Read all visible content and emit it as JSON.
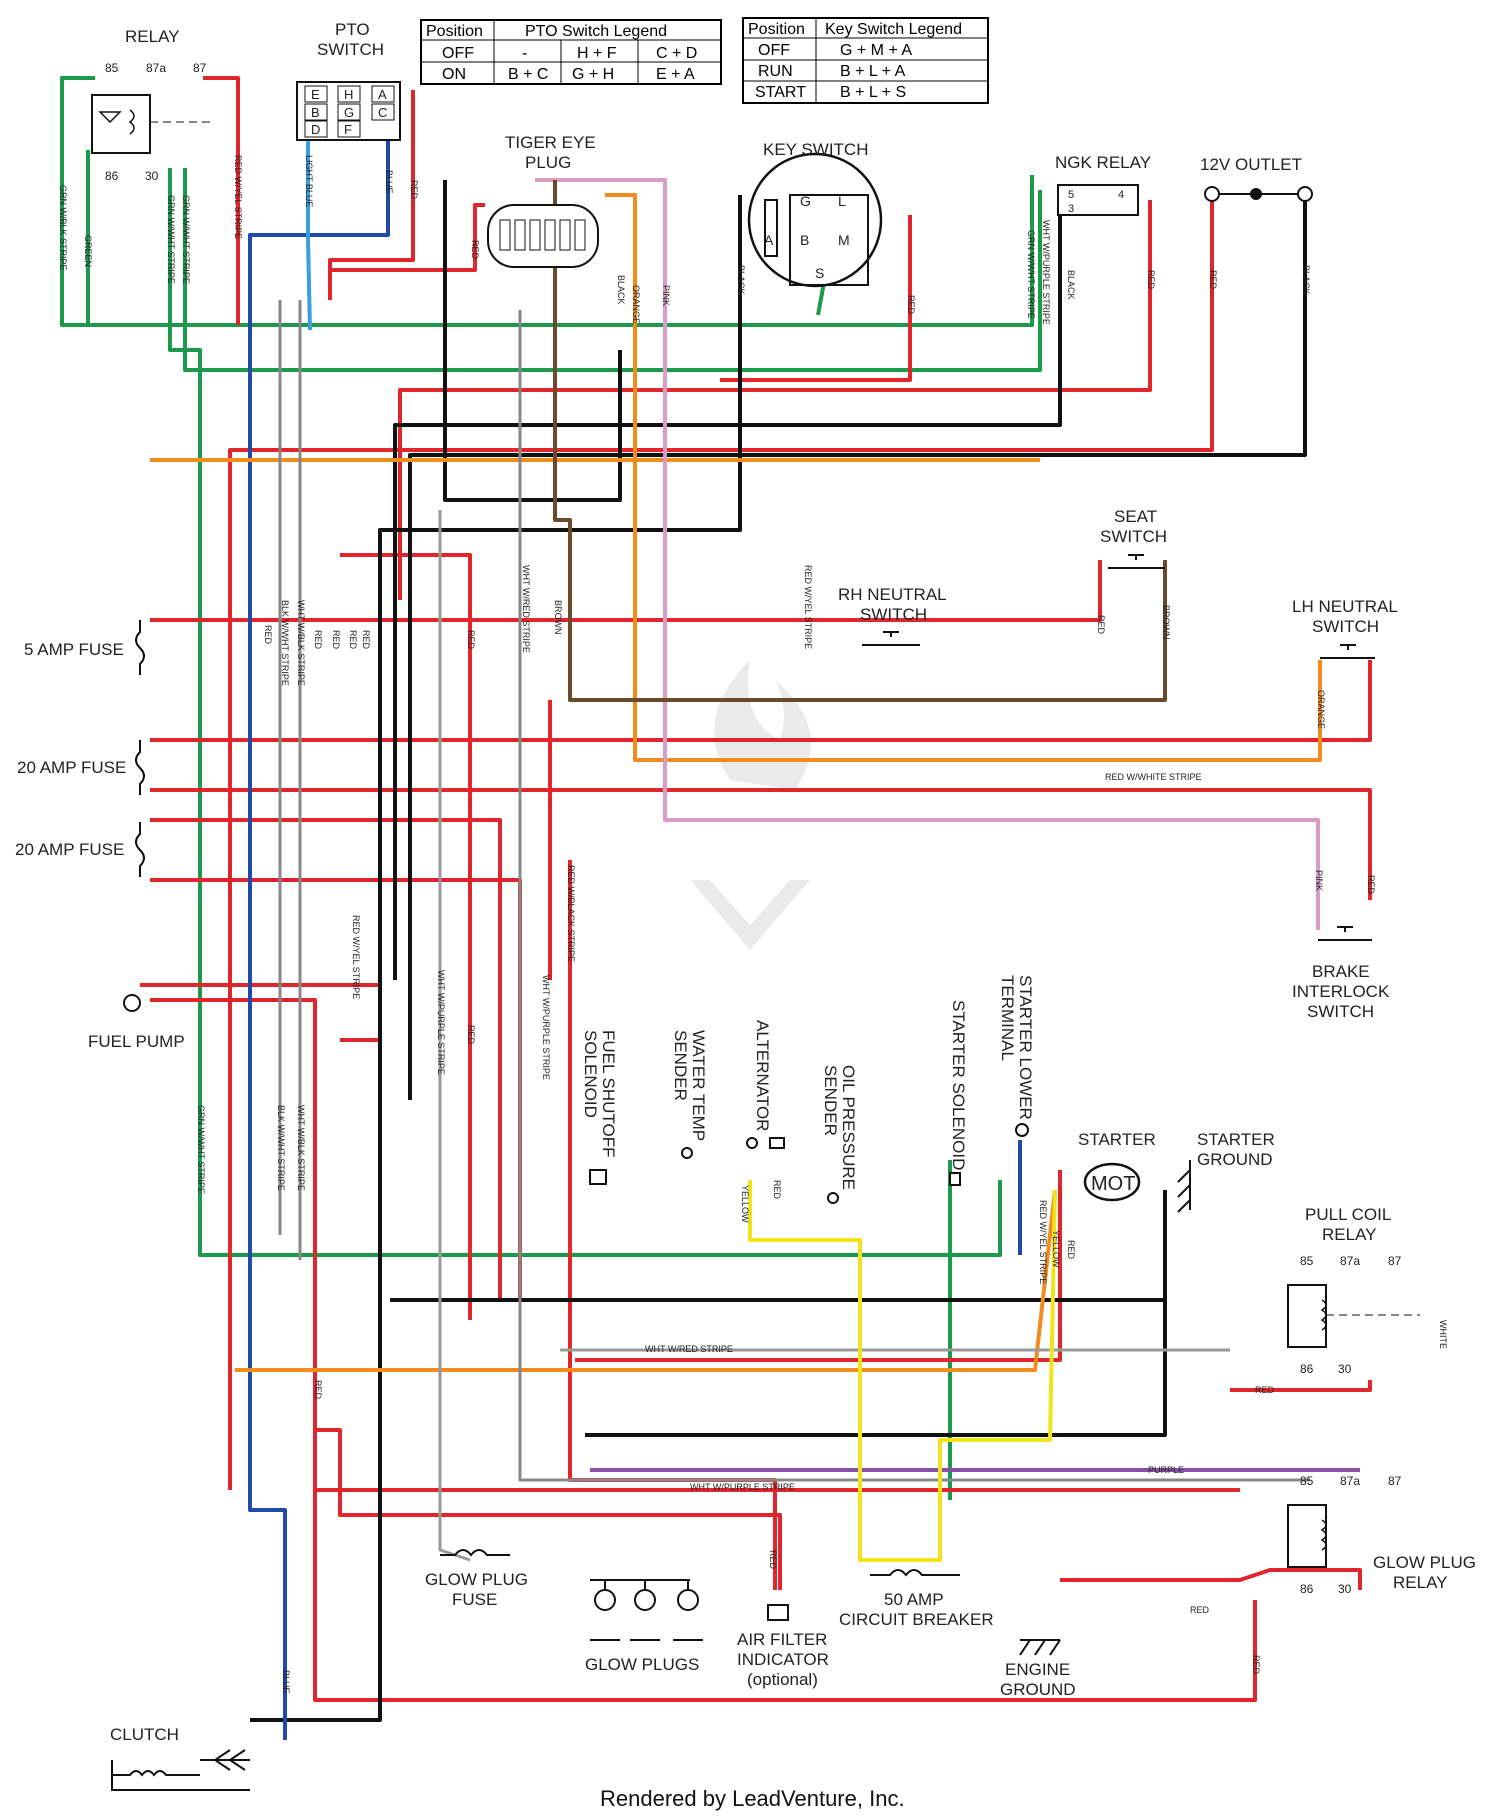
{
  "legends": {
    "pto": {
      "headers": [
        "Position",
        "PTO Switch Legend"
      ],
      "rows": [
        [
          "OFF",
          "-",
          "H + F",
          "C + D"
        ],
        [
          "ON",
          "B + C",
          "G + H",
          "E + A"
        ]
      ]
    },
    "key": {
      "headers": [
        "Position",
        "Key Switch Legend"
      ],
      "rows": [
        [
          "OFF",
          "G + M + A"
        ],
        [
          "RUN",
          "B + L + A"
        ],
        [
          "START",
          "B + L + S"
        ]
      ]
    }
  },
  "components": {
    "relay_top": "RELAY",
    "pto_switch": [
      "PTO",
      "SWITCH"
    ],
    "tiger_eye_plug": [
      "TIGER EYE",
      "PLUG"
    ],
    "key_switch": "KEY SWITCH",
    "ngk_relay": "NGK RELAY",
    "outlet_12v": "12V OUTLET",
    "seat_switch": [
      "SEAT",
      "SWITCH"
    ],
    "rh_neutral_switch": [
      "RH NEUTRAL",
      "SWITCH"
    ],
    "lh_neutral_switch": [
      "LH NEUTRAL",
      "SWITCH"
    ],
    "brake_interlock_switch": [
      "BRAKE",
      "INTERLOCK",
      "SWITCH"
    ],
    "fuse_5a": "5 AMP FUSE",
    "fuse_20a_1": "20 AMP FUSE",
    "fuse_20a_2": "20 AMP FUSE",
    "fuel_pump": "FUEL PUMP",
    "fuel_shutoff_solenoid": [
      "FUEL SHUTOFF",
      "SOLENOID"
    ],
    "water_temp_sender": [
      "WATER TEMP",
      "SENDER"
    ],
    "alternator": "ALTERNATOR",
    "oil_pressure_sender": [
      "OIL PRESSURE",
      "SENDER"
    ],
    "starter_solenoid": "STARTER SOLENOID",
    "starter_lower_terminal": [
      "STARTER LOWER",
      "TERMINAL"
    ],
    "starter": "STARTER",
    "starter_motor_label": "MOT",
    "starter_ground": [
      "STARTER",
      "GROUND"
    ],
    "pull_coil_relay": [
      "PULL COIL",
      "RELAY"
    ],
    "glow_plug_relay": [
      "GLOW PLUG",
      "RELAY"
    ],
    "glow_plug_fuse": [
      "GLOW PLUG",
      "FUSE"
    ],
    "glow_plugs": "GLOW PLUGS",
    "air_filter_indicator": [
      "AIR FILTER",
      "INDICATOR",
      "(optional)"
    ],
    "circuit_breaker_50a": [
      "50 AMP",
      "CIRCUIT BREAKER"
    ],
    "engine_ground": [
      "ENGINE",
      "GROUND"
    ],
    "clutch": "CLUTCH"
  },
  "relay_terminals": [
    "85",
    "87a",
    "87",
    "86",
    "30"
  ],
  "pto_pins": [
    "E",
    "H",
    "A",
    "B",
    "G",
    "C",
    "D",
    "F"
  ],
  "key_pins": [
    "A",
    "G",
    "L",
    "B",
    "M",
    "S"
  ],
  "ngk_pins": [
    "5",
    "4",
    "3"
  ],
  "wire_labels": {
    "grn_blk": "GRN W/BLK STRIPE",
    "green": "GREEN",
    "grn_wht": "GRN W/WHT STRIPE",
    "red_yel": "RED W/YEL STRIPE",
    "light_blue": "LIGHT BLUE",
    "blue": "BLUE",
    "red": "RED",
    "black": "BLACK",
    "orange": "ORANGE",
    "pink": "PINK",
    "brown": "BROWN",
    "wht_purple": "WHT W/PURPLE STRIPE",
    "blk_wht": "BLK W/WHT STRIPE",
    "wht_blk": "WHT W/BLK STRIPE",
    "wht_red": "WHT W/RED STRIPE",
    "red_black": "RED W/BLACK STRIPE",
    "red_white": "RED W/WHITE STRIPE",
    "yellow": "YELLOW",
    "purple": "PURPLE",
    "white": "WHITE"
  },
  "footer": "Rendered by LeadVenture, Inc."
}
